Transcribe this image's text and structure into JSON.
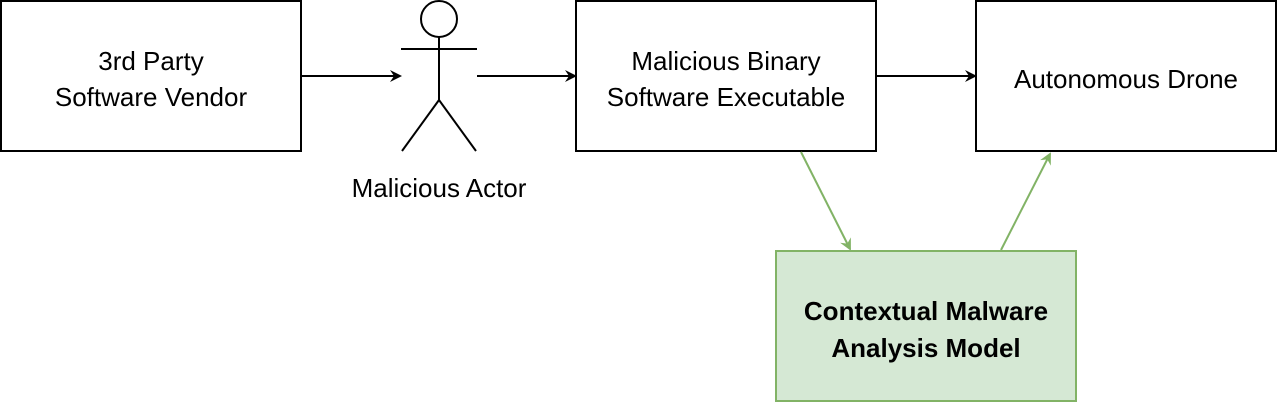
{
  "colors": {
    "box_stroke": "#000000",
    "box_fill": "#ffffff",
    "model_fill": "#d5e8d4",
    "model_stroke": "#82b366",
    "arrow_black": "#000000",
    "arrow_green": "#82b366"
  },
  "nodes": {
    "vendor": {
      "line1": "3rd Party",
      "line2": "Software Vendor"
    },
    "actor": {
      "label": "Malicious Actor",
      "icon": "stick-figure-icon"
    },
    "binary": {
      "line1": "Malicious Binary",
      "line2": "Software Executable"
    },
    "drone": {
      "label": "Autonomous Drone"
    },
    "model": {
      "line1": "Contextual Malware",
      "line2": "Analysis Model"
    }
  }
}
